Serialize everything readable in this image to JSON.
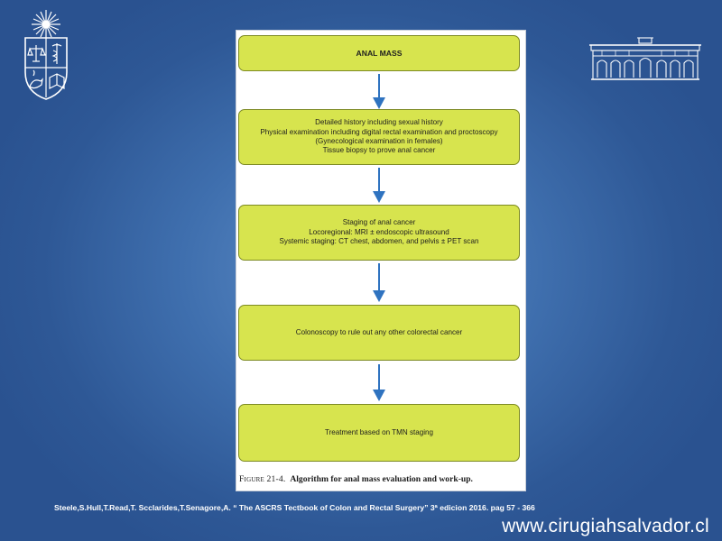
{
  "figure": {
    "boxes": [
      {
        "lines": [
          "ANAL MASS"
        ]
      },
      {
        "lines": [
          "Detailed history including sexual history",
          "Physical examination including digital rectal examination and proctoscopy",
          "(Gynecological examination in females)",
          "Tissue biopsy to prove anal cancer"
        ]
      },
      {
        "lines": [
          "Staging of anal cancer",
          "Locoregional: MRI ± endoscopic ultrasound",
          "Systemic staging: CT chest, abdomen, and pelvis ± PET scan"
        ]
      },
      {
        "lines": [
          "Colonoscopy to rule out any other colorectal cancer"
        ]
      },
      {
        "lines": [
          "Treatment based on TMN staging"
        ]
      }
    ],
    "caption": {
      "label": "Figure 21-4.",
      "title": "Algorithm for anal mass evaluation and work-up."
    }
  },
  "reference": "Steele,S.Hull,T.Read,T. Scclarides,T.Senagore,A. “ The ASCRS Tectbook of Colon and Rectal Surgery” 3ª edicion 2016.  pag 57  - 366",
  "website": "www.cirugiahsalvador.cl",
  "colors": {
    "background": "#3f6fae",
    "box_fill": "#d7e44e",
    "box_border": "#7d8a24",
    "arrow": "#2f73c0"
  }
}
